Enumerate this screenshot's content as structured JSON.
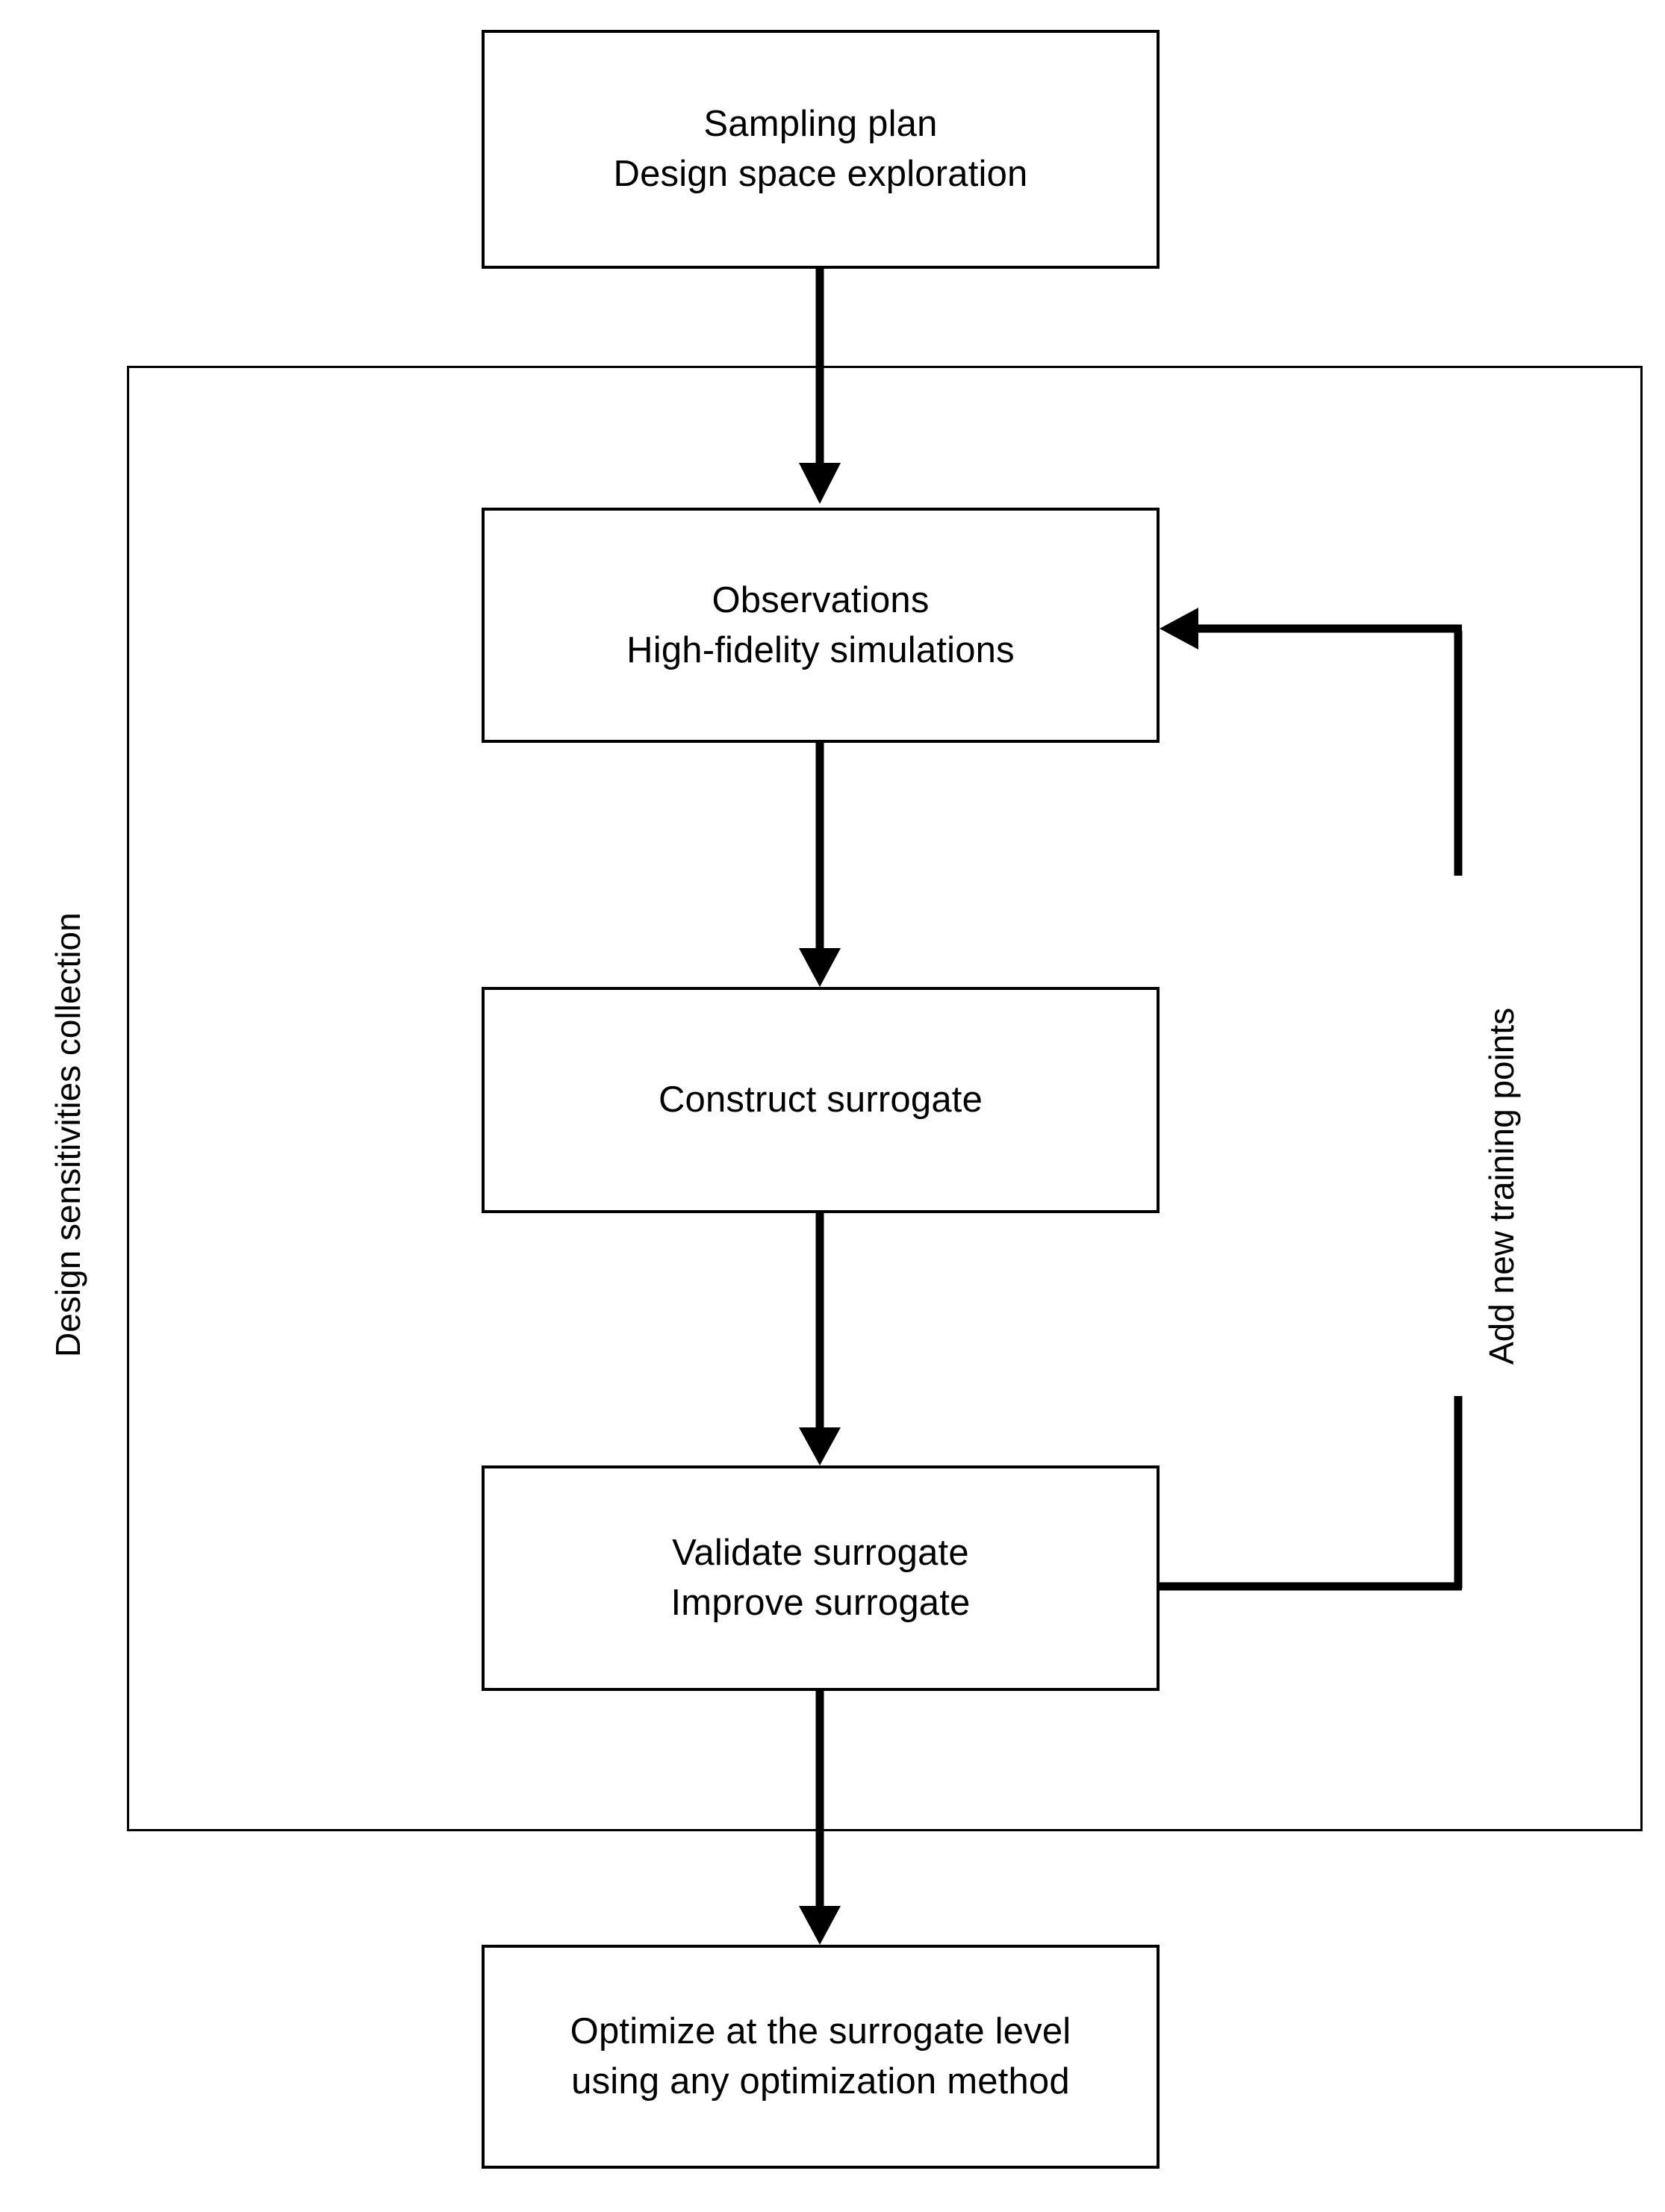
{
  "diagram": {
    "title_present": false,
    "background_color": "#ffffff",
    "line_color": "#000000",
    "nodes": [
      {
        "id": "sampling-plan",
        "lines": [
          "Sampling plan",
          "Design space exploration"
        ]
      },
      {
        "id": "observations",
        "lines": [
          "Observations",
          "High-fidelity simulations"
        ]
      },
      {
        "id": "construct-surrogate",
        "lines": [
          "Construct surrogate"
        ]
      },
      {
        "id": "validate-surrogate",
        "lines": [
          "Validate surrogate",
          "Improve surrogate"
        ]
      },
      {
        "id": "optimize-surrogate",
        "lines": [
          "Optimize at the surrogate level",
          "using any optimization method"
        ]
      }
    ],
    "labels": {
      "left_group": "Design sensitivities collection",
      "feedback_loop": "Add new training points"
    },
    "edges": [
      {
        "id": "edge-sampling-to-observations",
        "from": "sampling-plan",
        "to": "observations",
        "kind": "arrow-down"
      },
      {
        "id": "edge-observations-to-construct",
        "from": "observations",
        "to": "construct-surrogate",
        "kind": "arrow-down"
      },
      {
        "id": "edge-construct-to-validate",
        "from": "construct-surrogate",
        "to": "validate-surrogate",
        "kind": "arrow-down"
      },
      {
        "id": "edge-validate-to-optimize",
        "from": "validate-surrogate",
        "to": "optimize-surrogate",
        "kind": "arrow-down"
      },
      {
        "id": "edge-feedback-loop",
        "from": "validate-surrogate",
        "to": "observations",
        "kind": "arrow-feedback-left"
      }
    ]
  }
}
